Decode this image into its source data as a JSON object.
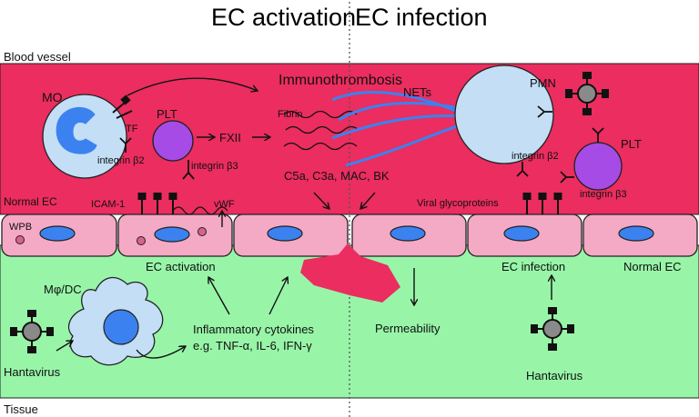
{
  "headings": {
    "left": "EC activation",
    "right": "EC infection"
  },
  "regions": {
    "blood_vessel": "Blood vessel",
    "tissue": "Tissue"
  },
  "colors": {
    "blood": "#eb2d5f",
    "tissue": "#98f5a8",
    "ec_cell": "#f4a9c5",
    "nucleus": "#3b82f0",
    "cell_light": "#c3def5",
    "platelet": "#a64be6",
    "virus": "#8a8a8a"
  },
  "labels": {
    "mo": "MO",
    "tf": "TF",
    "integrin_b2_left": "integrin β2",
    "plt_left": "PLT",
    "integrin_b3_left": "integrin β3",
    "fxii": "FXII",
    "fibrin": "Fibrin",
    "immunothrombosis": "Immunothrombosis",
    "nets": "NETs",
    "pmn": "PMN",
    "integrin_b2_right": "integrin β2",
    "plt_right": "PLT",
    "integrin_b3_right": "integrin β3",
    "complement": "C5a, C3a, MAC, BK",
    "normal_ec_left": "Normal EC",
    "icam1": "ICAM-1",
    "vwf": "vWF",
    "viral_glyco": "Viral glycoproteins",
    "wpb": "WPB",
    "ec_activation": "EC activation",
    "ec_infection": "EC infection",
    "normal_ec_right": "Normal EC",
    "mphi_dc": "Mφ/DC",
    "hantavirus_left": "Hantavirus",
    "hantavirus_right": "Hantavirus",
    "cytokines_line1": "Inflammatory cytokines",
    "cytokines_line2": "e.g. TNF-α, IL-6, IFN-γ",
    "permeability": "Permeability"
  }
}
